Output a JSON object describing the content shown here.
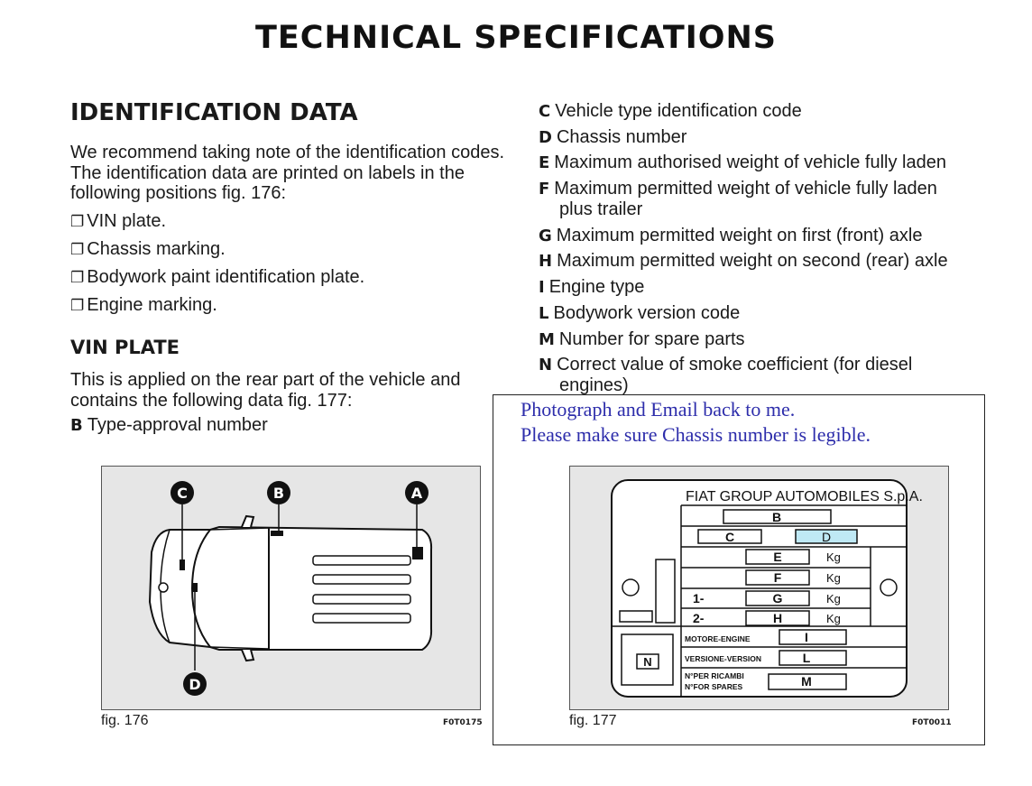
{
  "page": {
    "title": "TECHNICAL SPECIFICATIONS"
  },
  "section": {
    "title": "IDENTIFICATION DATA",
    "intro": "We recommend taking note of the identification codes. The identification data are printed on labels in the following positions fig. 176:",
    "bullets": [
      "VIN plate.",
      "Chassis marking.",
      "Bodywork paint identification plate.",
      "Engine marking."
    ],
    "bullet_glyph": "❐"
  },
  "vin": {
    "title": "VIN PLATE",
    "text": "This is applied on the rear part of the vehicle and contains the following data fig. 177:"
  },
  "items": [
    {
      "key": "B",
      "text": "Type-approval number"
    },
    {
      "key": "C",
      "text": "Vehicle type identification code"
    },
    {
      "key": "D",
      "text": "Chassis number"
    },
    {
      "key": "E",
      "text": "Maximum authorised weight of vehicle fully laden"
    },
    {
      "key": "F",
      "text": "Maximum permitted weight of vehicle fully laden",
      "cont": "plus trailer"
    },
    {
      "key": "G",
      "text": "Maximum permitted weight on first (front) axle"
    },
    {
      "key": "H",
      "text": "Maximum permitted weight on second (rear) axle"
    },
    {
      "key": "I",
      "text": "Engine type"
    },
    {
      "key": "L",
      "text": "Bodywork version code"
    },
    {
      "key": "M",
      "text": "Number for spare parts"
    },
    {
      "key": "N",
      "text": "Correct value of smoke coefficient (for diesel",
      "cont": "engines)"
    }
  ],
  "fig176": {
    "caption": "fig. 176",
    "code": "F0T0175",
    "labels": {
      "a": "A",
      "b": "B",
      "c": "C",
      "d": "D"
    }
  },
  "fig177": {
    "caption": "fig. 177",
    "code": "F0T0011",
    "plate": {
      "maker": "FIAT GROUP AUTOMOBILES S.p.A.",
      "b": "B",
      "c": "C",
      "d": "D",
      "e": "E",
      "f": "F",
      "g": "G",
      "h": "H",
      "i": "I",
      "l": "L",
      "m": "M",
      "n": "N",
      "kg": "Kg",
      "axle1": "1-",
      "axle2": "2-",
      "engine_label": "MOTORE-ENGINE",
      "version_label": "VERSIONE-VERSION",
      "spares_label_1": "N°PER RICAMBI",
      "spares_label_2": "N°FOR SPARES",
      "highlight_color": "#bfe9f5"
    }
  },
  "note": {
    "line1": "Photograph and Email back to me.",
    "line2": "Please make sure Chassis number is legible.",
    "color": "#2d2dab"
  }
}
